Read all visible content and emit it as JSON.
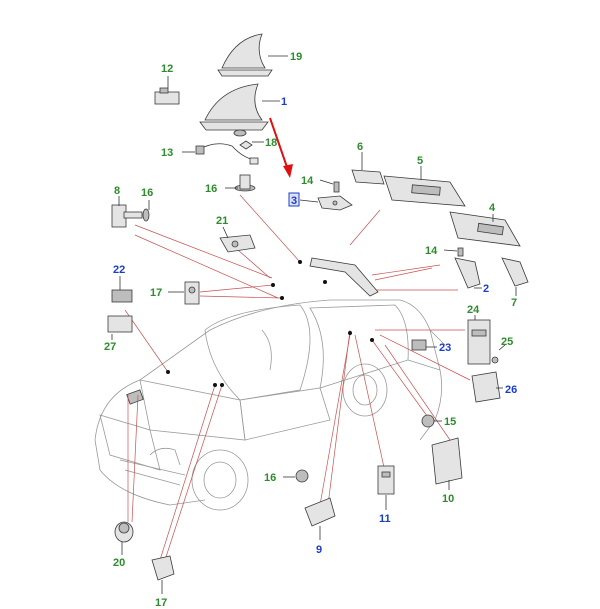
{
  "callouts": {
    "c19": "19",
    "c1": "1",
    "c12": "12",
    "c18": "18",
    "c13": "13",
    "c6": "6",
    "c5": "5",
    "c14a": "14",
    "c3": "3",
    "c16a": "16",
    "c4": "4",
    "c8": "8",
    "c16b": "16",
    "c21": "21",
    "c14b": "14",
    "c2": "2",
    "c7": "7",
    "c22": "22",
    "c17a": "17",
    "c24": "24",
    "c27": "27",
    "c23": "23",
    "c25": "25",
    "c26": "26",
    "c15": "15",
    "c10": "10",
    "c16c": "16",
    "c11": "11",
    "c9": "9",
    "c20": "20",
    "c17b": "17"
  },
  "colors": {
    "green_label": "#2e8b2e",
    "blue_label": "#1b3fc4",
    "leader_red": "#c85050",
    "arrow_red": "#e01010",
    "highlight_box": "#1b3fc4"
  },
  "icons": [
    "shark-fin-antenna-icon",
    "module-icon",
    "sensor-icon",
    "bracket-icon",
    "car-outline-icon"
  ]
}
